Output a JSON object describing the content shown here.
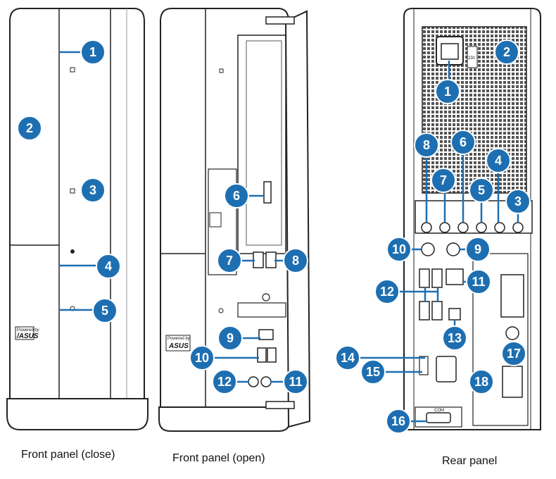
{
  "captions": [
    "Front panel (close)",
    "Front panel (open)",
    "Rear panel"
  ],
  "front_close": {
    "labels": [
      "1",
      "2",
      "3",
      "4",
      "5"
    ],
    "logo": "/ASUS",
    "powered_by": "Powered by"
  },
  "front_open": {
    "labels": [
      "6",
      "7",
      "8",
      "9",
      "10",
      "11",
      "12"
    ],
    "logo": "ASUS",
    "powered_by": "Powered by"
  },
  "rear": {
    "labels": [
      "1",
      "2",
      "8",
      "6",
      "7",
      "4",
      "5",
      "3",
      "10",
      "9",
      "12",
      "11",
      "13",
      "14",
      "15",
      "18",
      "17",
      "16"
    ],
    "com_text": "COM",
    "pwr_text": "230"
  },
  "colors": {
    "badge": "#1d6fb1",
    "outline": "#222222"
  }
}
